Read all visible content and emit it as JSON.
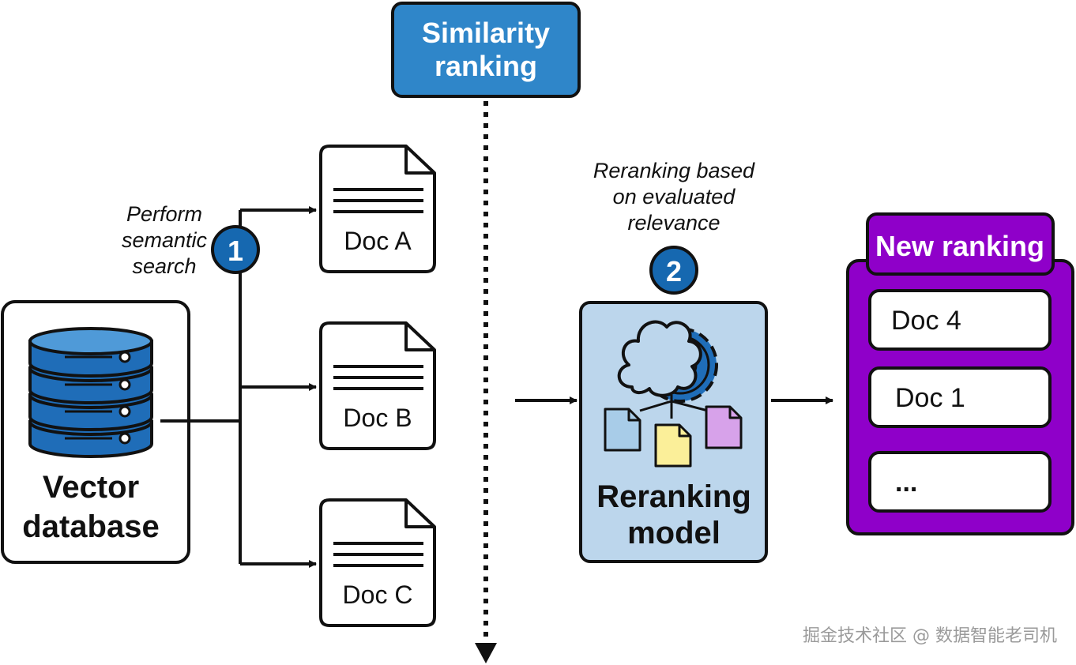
{
  "header": {
    "title_line1": "Similarity",
    "title_line2": "ranking"
  },
  "vector_db": {
    "label_line1": "Vector",
    "label_line2": "database"
  },
  "step1": {
    "number": "1",
    "caption_line1": "Perform",
    "caption_line2": "semantic",
    "caption_line3": "search"
  },
  "docs": [
    "Doc A",
    "Doc B",
    "Doc C"
  ],
  "step2": {
    "number": "2",
    "caption_line1": "Reranking based",
    "caption_line2": "on evaluated",
    "caption_line3": "relevance"
  },
  "reranker": {
    "label_line1": "Reranking",
    "label_line2": "model"
  },
  "new_ranking": {
    "title": "New ranking",
    "items": [
      "Doc 4",
      "Doc 1",
      "..."
    ]
  },
  "watermark": "掘金技术社区 @ 数据智能老司机",
  "colors": {
    "blue_header": "#2f86c9",
    "step_badge": "#1668b0",
    "reranker_fill": "#bcd6ec",
    "purple": "#8f00c9",
    "doc_blue": "#a8cce8",
    "doc_yellow": "#fbef99",
    "doc_purple": "#d7a2ea"
  }
}
